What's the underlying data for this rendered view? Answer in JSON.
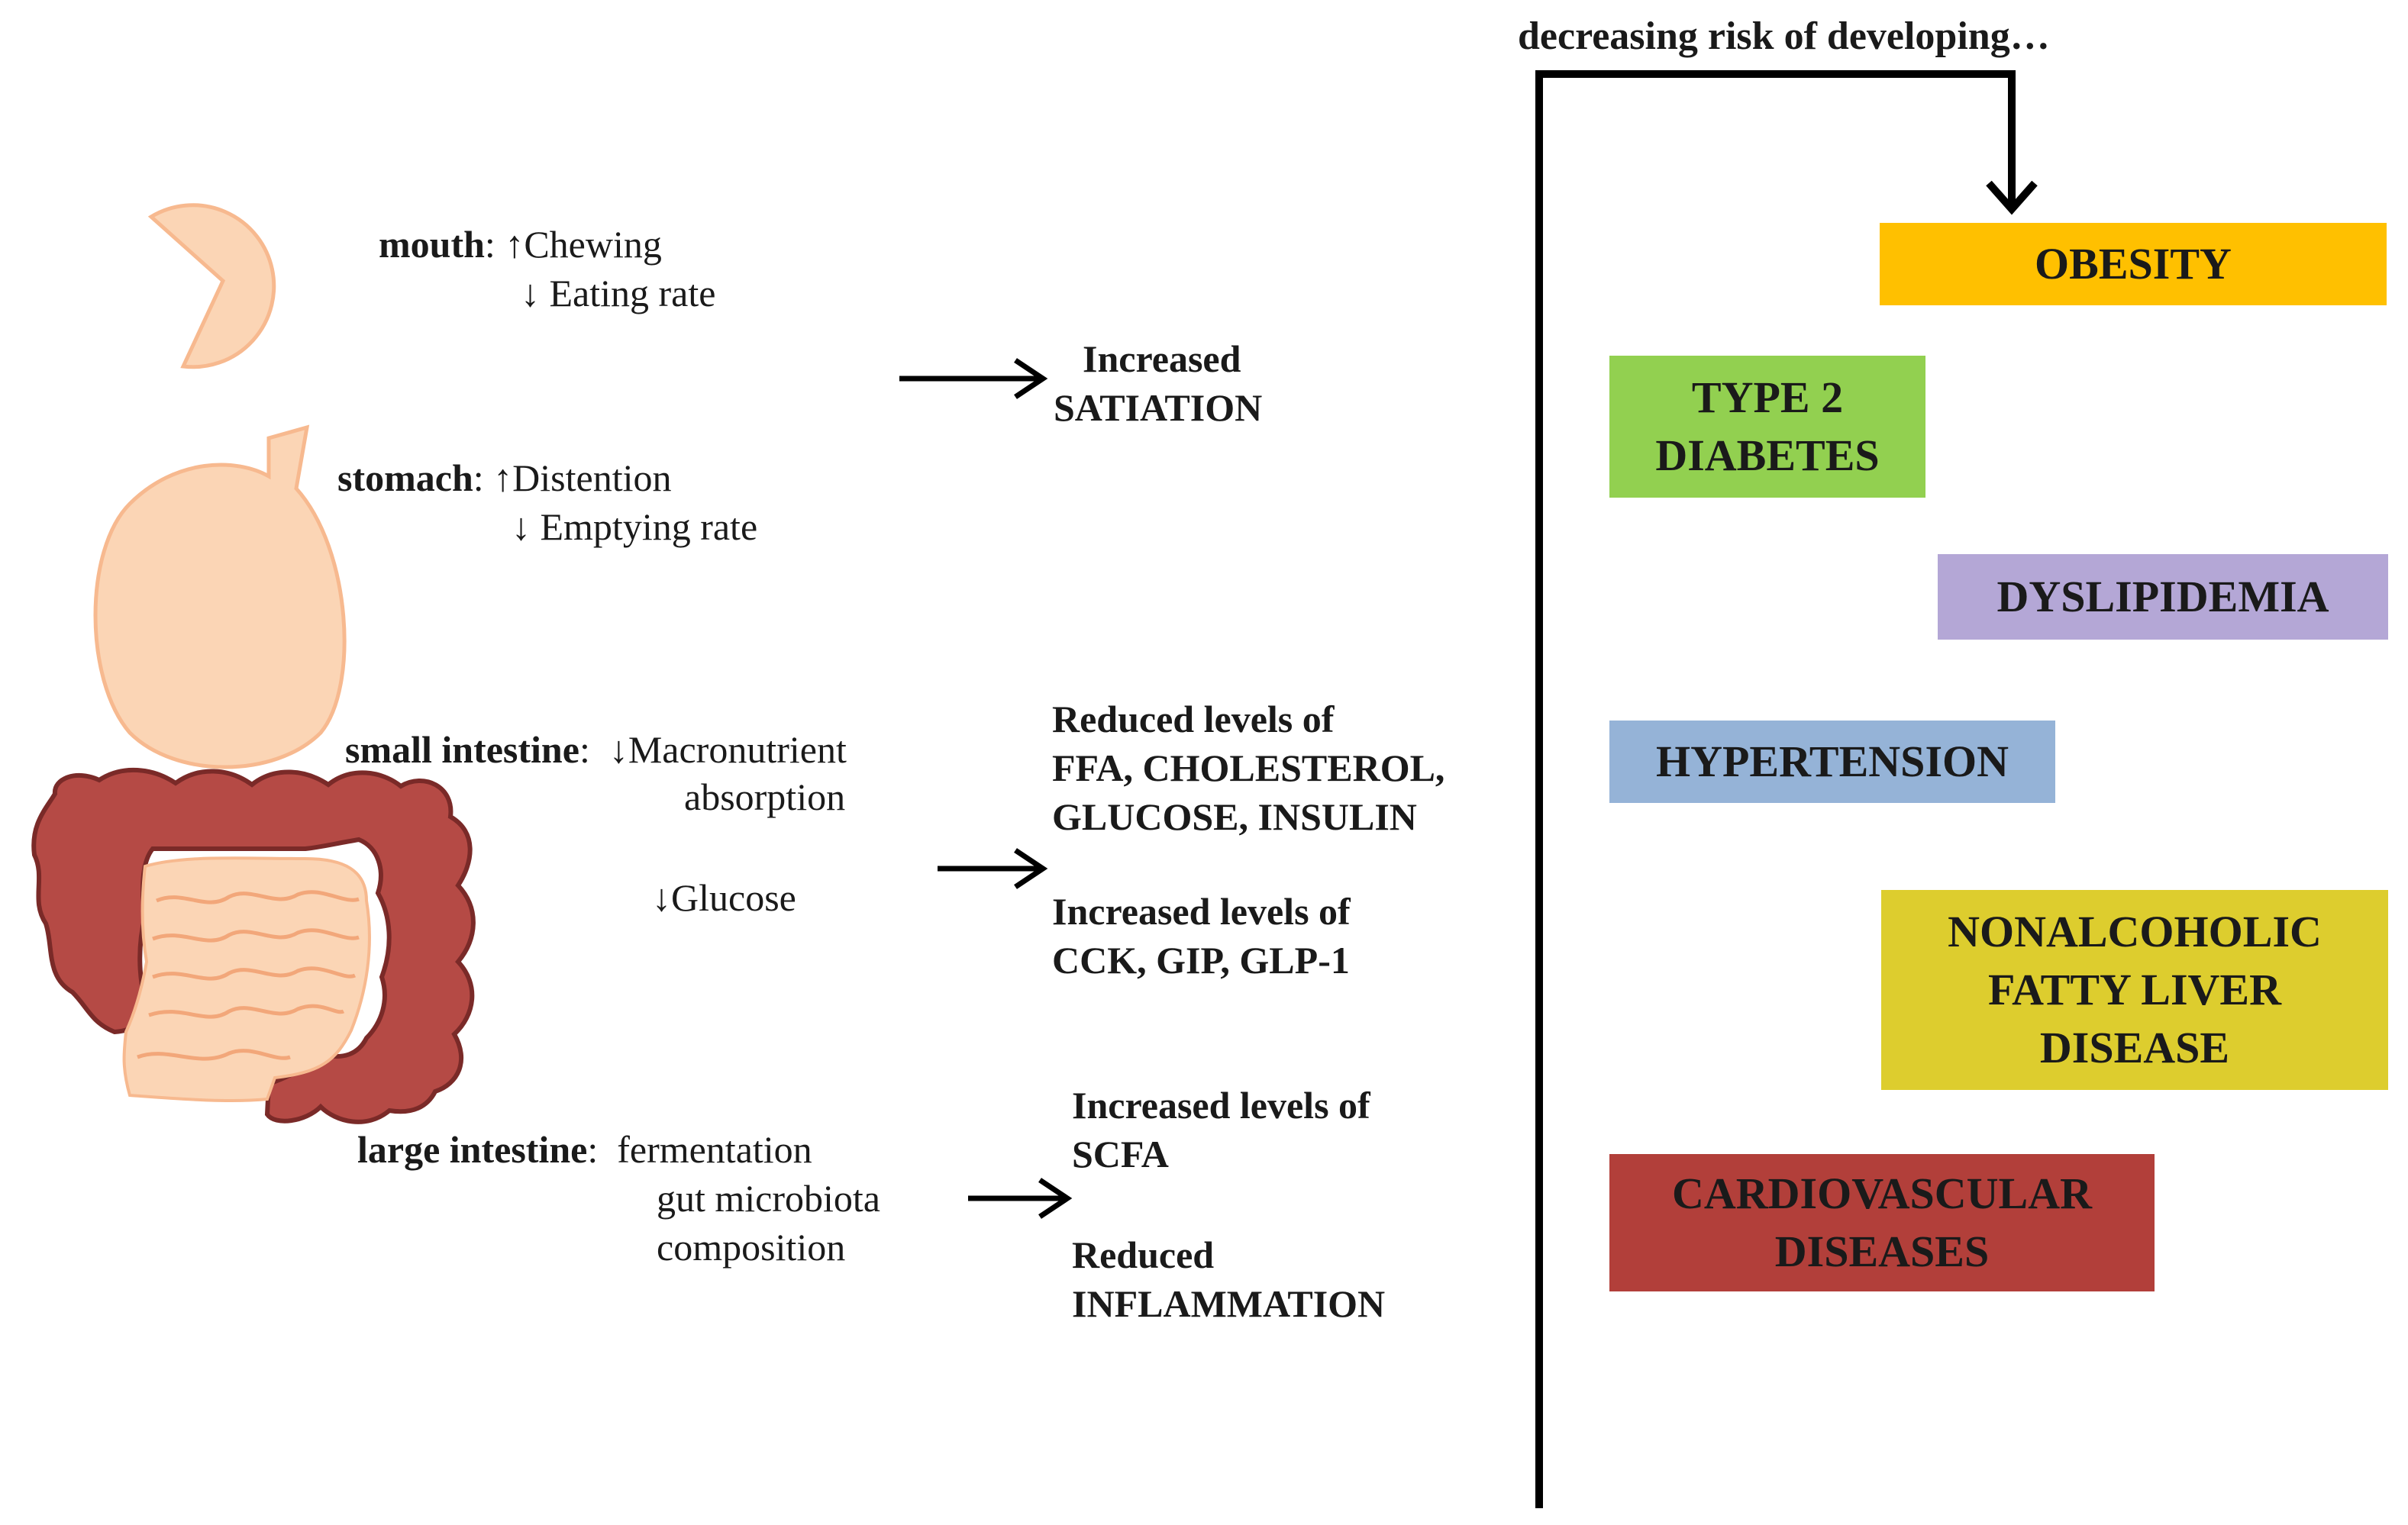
{
  "header": {
    "risk_label": "decreasing risk of developing…"
  },
  "organs": {
    "mouth": {
      "name": "mouth",
      "effect1": "↑Chewing",
      "effect2": "↓ Eating rate"
    },
    "stomach": {
      "name": "stomach",
      "effect1": "↑Distention",
      "effect2": "↓ Emptying rate"
    },
    "small_intestine": {
      "name": "small intestine",
      "effect1": "↓Macronutrient",
      "effect1b": "absorption",
      "effect2": "↓Glucose"
    },
    "large_intestine": {
      "name": "large intestine",
      "effect1": "fermentation",
      "effect2": "gut microbiota",
      "effect3": "composition"
    }
  },
  "outcomes": {
    "satiation": {
      "line1": "Increased",
      "line2": "SATIATION"
    },
    "small_reduced": {
      "line1": "Reduced levels of",
      "line2": "FFA, CHOLESTEROL,",
      "line3": "GLUCOSE, INSULIN"
    },
    "small_increased": {
      "line1": "Increased levels of",
      "line2": "CCK, GIP, GLP-1"
    },
    "large_increased": {
      "line1": "Increased levels of",
      "line2": "SCFA"
    },
    "large_reduced": {
      "line1": "Reduced",
      "line2": "INFLAMMATION"
    }
  },
  "diseases": [
    {
      "line1": "OBESITY",
      "line2": "",
      "line3": "",
      "color": "#FFC000"
    },
    {
      "line1": "TYPE 2",
      "line2": "DIABETES",
      "line3": "",
      "color": "#92D050"
    },
    {
      "line1": "DYSLIPIDEMIA",
      "line2": "",
      "line3": "",
      "color": "#B4A7D6"
    },
    {
      "line1": "HYPERTENSION",
      "line2": "",
      "line3": "",
      "color": "#95B3D7"
    },
    {
      "line1": "NONALCOHOLIC",
      "line2": "FATTY LIVER",
      "line3": "DISEASE",
      "color": "#DDCD2E"
    },
    {
      "line1": "CARDIOVASCULAR",
      "line2": "DISEASES",
      "line3": "",
      "color": "#B23F3A"
    }
  ],
  "colors": {
    "organ_fill": "#FBD5B5",
    "organ_stroke": "#F7B98F",
    "colon_fill": "#B54A45",
    "colon_stroke": "#7A2A28"
  },
  "icons": [
    "mouth-icon",
    "stomach-icon",
    "intestines-icon",
    "arrow-right-icon",
    "arrow-down-icon"
  ]
}
